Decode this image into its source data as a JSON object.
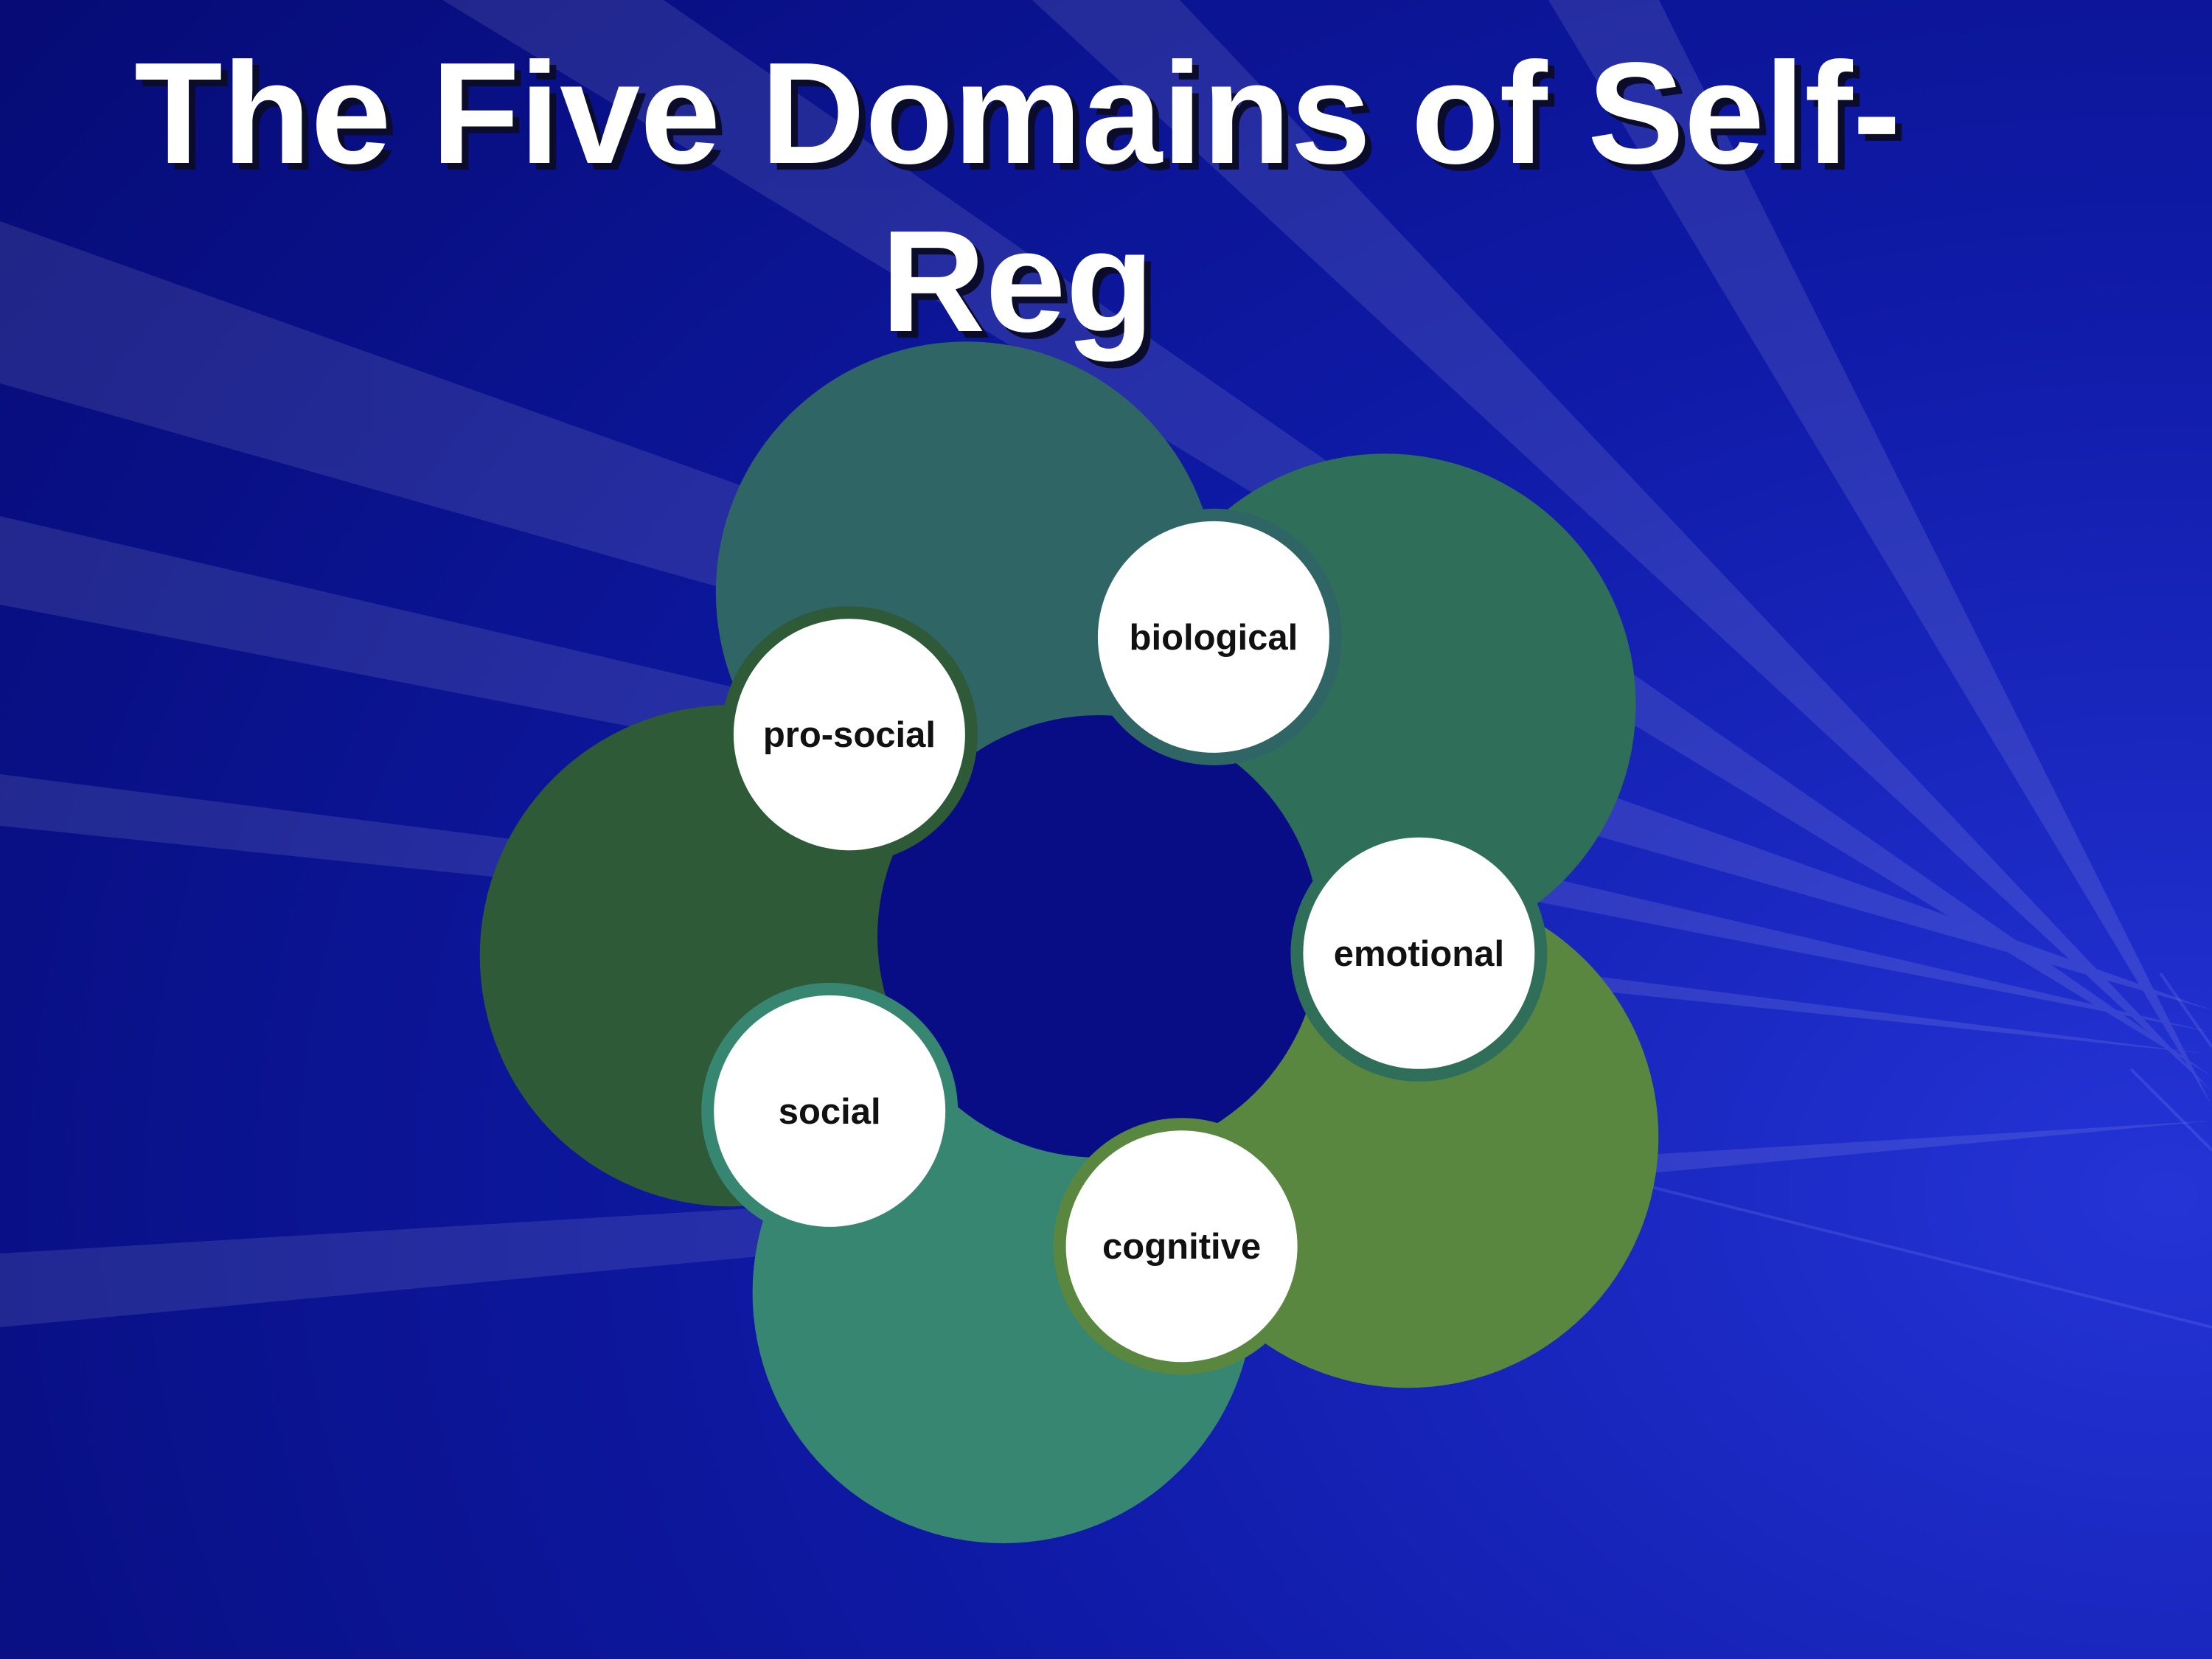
{
  "title": "The Five Domains of Self-Reg",
  "colors": {
    "background": "#0a0f8c",
    "title_text": "#ffffff",
    "circle_fill": "#ffffff",
    "label_text": "#111111"
  },
  "domains": [
    {
      "label": "biological",
      "color": "#2f6565"
    },
    {
      "label": "emotional",
      "color": "#2f6e59"
    },
    {
      "label": "cognitive",
      "color": "#5a873f"
    },
    {
      "label": "social",
      "color": "#378671"
    },
    {
      "label": "pro-social",
      "color": "#2e5a37"
    }
  ]
}
